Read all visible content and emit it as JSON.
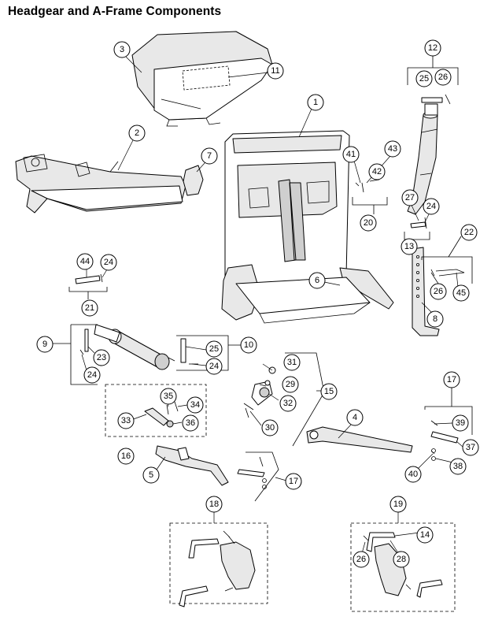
{
  "page": {
    "title": "Headgear and A-Frame Components"
  },
  "callouts": [
    "1",
    "2",
    "3",
    "4",
    "5",
    "6",
    "7",
    "8",
    "9",
    "10",
    "11",
    "12",
    "13",
    "14",
    "15",
    "16",
    "17",
    "17",
    "18",
    "19",
    "20",
    "21",
    "22",
    "23",
    "24",
    "24",
    "24",
    "24",
    "25",
    "25",
    "26",
    "26",
    "26",
    "27",
    "28",
    "29",
    "30",
    "31",
    "32",
    "33",
    "34",
    "35",
    "36",
    "37",
    "38",
    "39",
    "40",
    "41",
    "42",
    "43",
    "44",
    "45"
  ]
}
